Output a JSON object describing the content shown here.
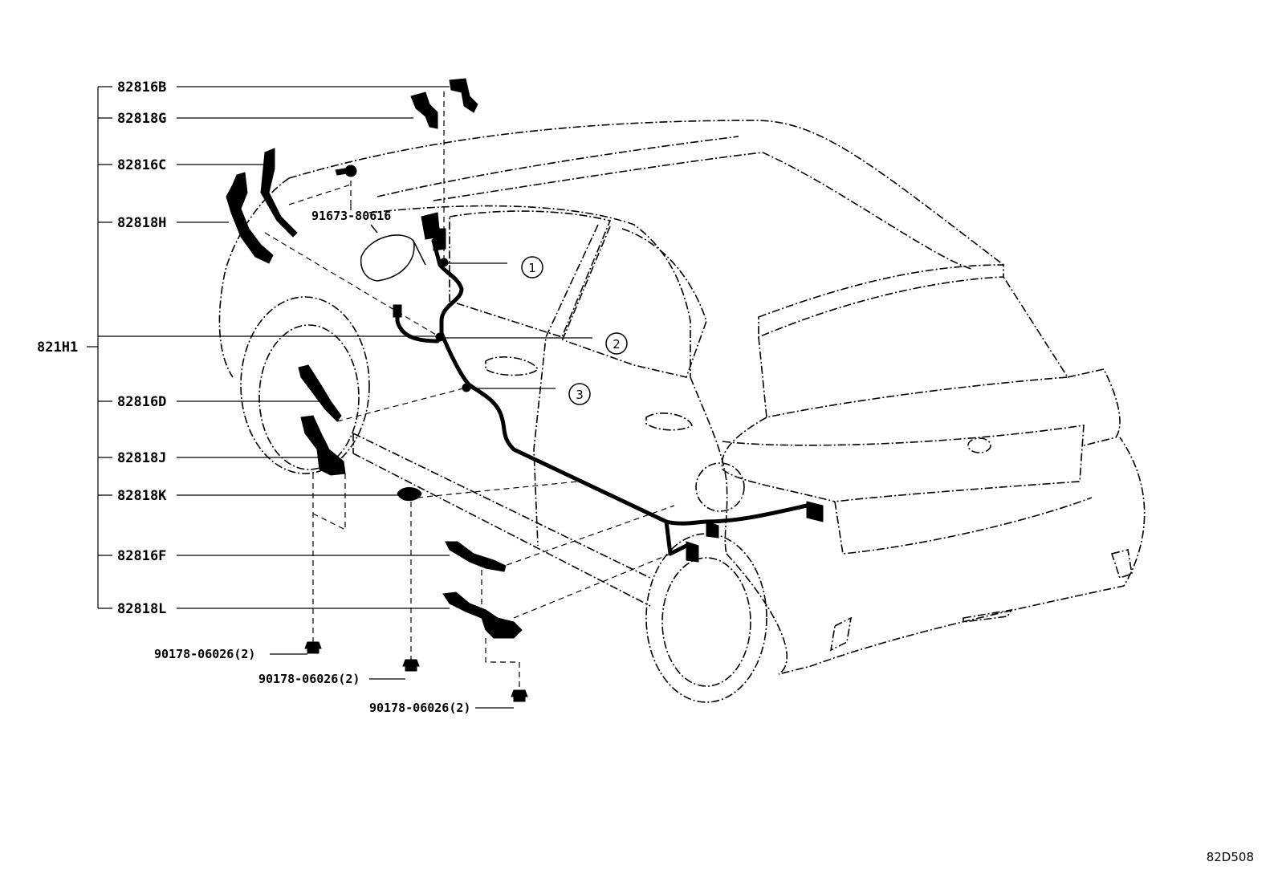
{
  "labels": {
    "l_82816B": "82816B",
    "l_82818G": "82818G",
    "l_82816C": "82816C",
    "l_82818H": "82818H",
    "l_821H1": "821H1",
    "l_82816D": "82816D",
    "l_82818J": "82818J",
    "l_82818K": "82818K",
    "l_82816F": "82816F",
    "l_82818L": "82818L",
    "bolt": "91673-80616",
    "nut1": "90178-06026(2)",
    "nut2": "90178-06026(2)",
    "nut3": "90178-06026(2)"
  },
  "callouts": [
    "1",
    "2",
    "3"
  ],
  "reference_code": "82D508"
}
